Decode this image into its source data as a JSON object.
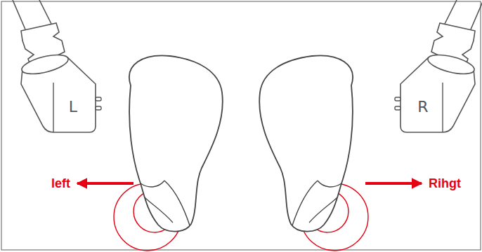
{
  "diagram": {
    "nodes": [
      {
        "text": [
          "L"
        ]
      },
      {
        "text": [
          "R"
        ]
      }
    ],
    "labels": [
      "left",
      "Rihgt"
    ]
  }
}
